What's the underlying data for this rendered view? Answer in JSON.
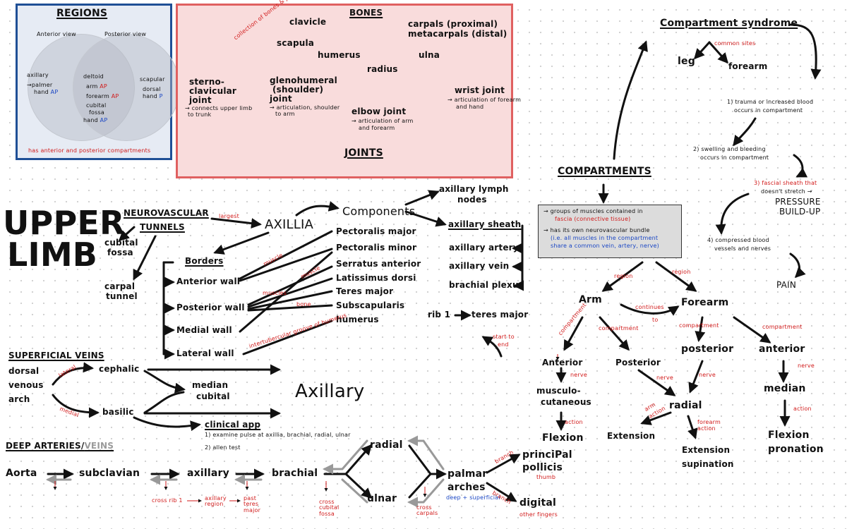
{
  "colors": {
    "regions_border": "#1f4f96",
    "regions_bg": "#e6ebf4",
    "bones_border": "#e06060",
    "bones_bg": "#f9dcdc",
    "note_red": "#d11a1a",
    "note_blue": "#1a46c4",
    "ink": "#111111"
  },
  "regions": {
    "title": "REGIONS",
    "anterior_view": "Anterior view",
    "posterior_view": "Posterior view",
    "left": [
      "axillary",
      "palmer",
      "hand"
    ],
    "palmer_marker": "→",
    "hand_marker": "AP",
    "middle": [
      "deltoid",
      "arm",
      "forearm",
      "cubital",
      "fossa",
      "hand"
    ],
    "arm_marker": "AP",
    "forearm_marker": "AP",
    "hand_marker2": "AP",
    "right": [
      "scapular",
      "dorsal",
      "hand"
    ],
    "right_marker": "P",
    "footer": "has anterior and posterior compartments"
  },
  "bones": {
    "title": "BONES",
    "clavicle": "clavicle",
    "scapula": "scapula",
    "humerus": "humerus",
    "carpals1": "carpals (proximal)",
    "carpals2": "metacarpals (distal)",
    "ulna": "ulna",
    "radius": "radius",
    "sterno": [
      "sterno-",
      "clavicular",
      "joint"
    ],
    "sterno_note": [
      "→ connects upper limb",
      "to trunk"
    ],
    "gleno": [
      "glenohumeral",
      "(shoulder)",
      "joint"
    ],
    "gleno_note": [
      "→ articulation, shoulder",
      "to arm"
    ],
    "elbow": "elbow joint",
    "elbow_note": [
      "→ articulation of arm",
      "and forearm"
    ],
    "wrist": "wrist joint",
    "wrist_note": [
      "→ articulation of forearm",
      "and hand"
    ],
    "red_note": "collection of bones & joints"
  },
  "joints": "JOINTS",
  "compartment_syndrome": {
    "title": "Compartment syndrome",
    "common_sites": "common sites",
    "leg": "leg",
    "forearm": "forearm",
    "steps": [
      [
        "1) trauma or increased blood",
        "occurs in compartment"
      ],
      [
        "2) swelling and bleeding",
        "occurs in compartment"
      ],
      [
        "3) fascial sheath that",
        "doesn't stretch →",
        "PRESSURE",
        "BUILD-UP"
      ],
      [
        "4) compressed blood",
        "vessels and nerves"
      ]
    ],
    "pain": "PAIN"
  },
  "compartments": {
    "title": "COMPARTMENTS",
    "box": [
      "→ groups of muscles contained in",
      "fascia (connective tissue)",
      "→ has its own neurovascular bundle",
      "(i.e. all muscles in the compartment",
      "share a common vein, artery, nerve)"
    ],
    "arm": "Arm",
    "forearm": "Forearm",
    "region": "region",
    "continues_to": [
      "continues",
      "to"
    ],
    "compartment": "compartment",
    "anterior": "Anterior",
    "posterior": "Posterior",
    "posterior2": "posterior",
    "anterior2": "anterior",
    "nerve": "nerve",
    "musculocutaneous": [
      "musculo-",
      "cutaneous"
    ],
    "action": "action",
    "flexion": "Flexion",
    "radial": "radial",
    "extension": "Extension",
    "forearm_action": [
      "forearm",
      "action"
    ],
    "ext_sup": [
      "Extension",
      "supination"
    ],
    "median": "median",
    "flex_pron": [
      "Flexion",
      "pronation"
    ],
    "arm_action": [
      "arm",
      "action"
    ]
  },
  "upper_limb": [
    "UPPER",
    "LIMB"
  ],
  "neuro": {
    "title": [
      "NEUROVASCULAR",
      "TUNNELS"
    ],
    "largest": "largest",
    "axillia": "AXILLIA",
    "cubital": [
      "cubital",
      "fossa"
    ],
    "carpal": [
      "carpal",
      "tunnel"
    ],
    "borders": "Borders",
    "walls": [
      "Anterior wall",
      "Posterior wall",
      "Medial wall",
      "Lateral wall"
    ],
    "components": "Components",
    "axillary_lymph": [
      "axillary lymph",
      "nodes"
    ],
    "axillary_sheath": "axillary sheath",
    "sheath_items": [
      "axillary artery",
      "axillary vein",
      "brachial plexus"
    ],
    "muscles": [
      "Pectoralis major",
      "Pectoralis minor",
      "Serratus anterior",
      "Latissimus dorsi",
      "Teres major",
      "Subscapularis",
      "humerus"
    ],
    "muscle_note": "muscle",
    "muscles_note": "muscles",
    "muscle_note2": "muscle",
    "bone_note": "bone",
    "wall_note": "intertubercular groove of humerus",
    "rib": "rib 1",
    "teres": "teres major",
    "start_end": [
      "start",
      "end"
    ],
    "start_to": "to"
  },
  "veins": {
    "title": "SUPERFICIAL VEINS",
    "dorsal": [
      "dorsal",
      "venous",
      "arch"
    ],
    "cephalic": "cephalic",
    "basilic": "basilic",
    "median": [
      "median",
      "cubital"
    ],
    "axillary": "Axillary",
    "lateral": "lateral",
    "medial": "medial",
    "clinical": "clinical app",
    "clinical_items": [
      "1) examine pulse at axillia, brachial, radial, ulnar",
      "2) allen test"
    ]
  },
  "arteries": {
    "title": "DEEP ARTERIES/",
    "veins_word": "VEINS",
    "aorta": "Aorta",
    "subclavian": "subclavian",
    "axillary": "axillary",
    "brachial": "brachial",
    "radial": "radial",
    "ulnar": "ulnar",
    "palmar": [
      "palmar",
      "arches"
    ],
    "palmar_note": "deep + superficial",
    "pollicis": [
      "princiPal",
      "pollicis"
    ],
    "thumb": "thumb",
    "digital": "digital",
    "fingers": "other fingers",
    "notes": [
      "cross rib 1",
      "axillary region",
      "past teres major",
      "cross cubital fossa",
      "cross carpals"
    ],
    "branch": "branch"
  }
}
